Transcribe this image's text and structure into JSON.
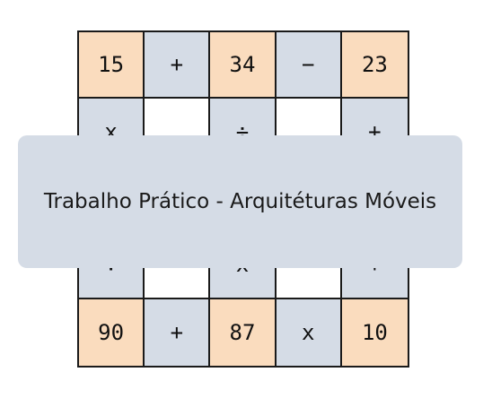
{
  "puzzle": {
    "rows": [
      [
        {
          "text": "15",
          "kind": "num"
        },
        {
          "text": "+",
          "kind": "op"
        },
        {
          "text": "34",
          "kind": "num"
        },
        {
          "text": "−",
          "kind": "op"
        },
        {
          "text": "23",
          "kind": "num"
        }
      ],
      [
        {
          "text": "x",
          "kind": "op"
        },
        {
          "text": "",
          "kind": "empty"
        },
        {
          "text": "÷",
          "kind": "op"
        },
        {
          "text": "",
          "kind": "empty"
        },
        {
          "text": "+",
          "kind": "op"
        }
      ],
      [
        {
          "text": "",
          "kind": "num"
        },
        {
          "text": "",
          "kind": "op"
        },
        {
          "text": "",
          "kind": "num"
        },
        {
          "text": "",
          "kind": "op"
        },
        {
          "text": "",
          "kind": "num"
        }
      ],
      [
        {
          "text": "÷",
          "kind": "op"
        },
        {
          "text": "",
          "kind": "empty"
        },
        {
          "text": "x",
          "kind": "op"
        },
        {
          "text": "",
          "kind": "empty"
        },
        {
          "text": "+",
          "kind": "op"
        }
      ],
      [
        {
          "text": "90",
          "kind": "num"
        },
        {
          "text": "+",
          "kind": "op"
        },
        {
          "text": "87",
          "kind": "num"
        },
        {
          "text": "x",
          "kind": "op"
        },
        {
          "text": "10",
          "kind": "num"
        }
      ]
    ]
  },
  "overlay": {
    "title": "Trabalho Prático - Arquitéturas Móveis"
  },
  "colors": {
    "number_cell": "#fadcbe",
    "operator_cell": "#d5dce6",
    "empty_cell": "#ffffff",
    "overlay_background": "#d5dce6"
  }
}
